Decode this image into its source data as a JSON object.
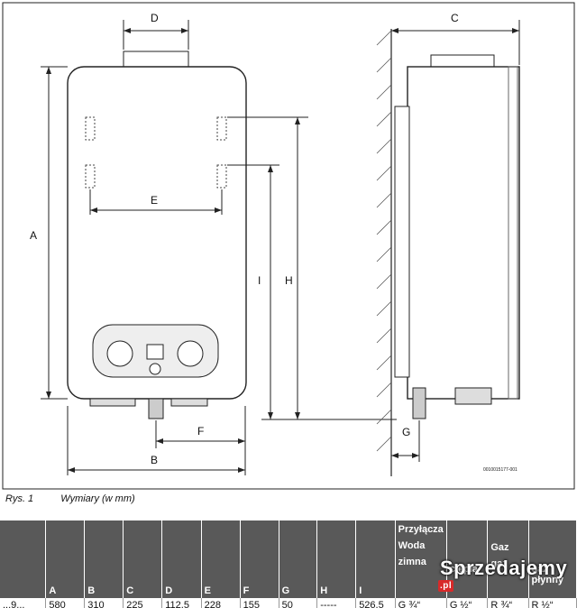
{
  "figure": {
    "dims": {
      "A": "A",
      "B": "B",
      "C": "C",
      "D": "D",
      "E": "E",
      "F": "F",
      "G": "G",
      "H": "H",
      "I": "I"
    },
    "code": "0010015177-001"
  },
  "caption": {
    "label": "Rys. 1",
    "text": "Wymiary (w mm)"
  },
  "table": {
    "headers": [
      "",
      "A",
      "B",
      "C",
      "D",
      "E",
      "F",
      "G",
      "H",
      "I"
    ],
    "group_title": "Przyłącza",
    "water_label": "Woda",
    "gas_label": "Gaz",
    "sub_headers": [
      "zimna",
      "ciepła",
      "gaz",
      "gaz płynny"
    ],
    "row": [
      "...9...",
      "580",
      "310",
      "225",
      "112,5",
      "228",
      "155",
      "50",
      "-----",
      "526,5",
      "G ¾“",
      "G ½“",
      "R ¾“",
      "R ½“"
    ]
  },
  "watermark": {
    "text": "Sprzedajemy",
    "badge": ".pl"
  }
}
